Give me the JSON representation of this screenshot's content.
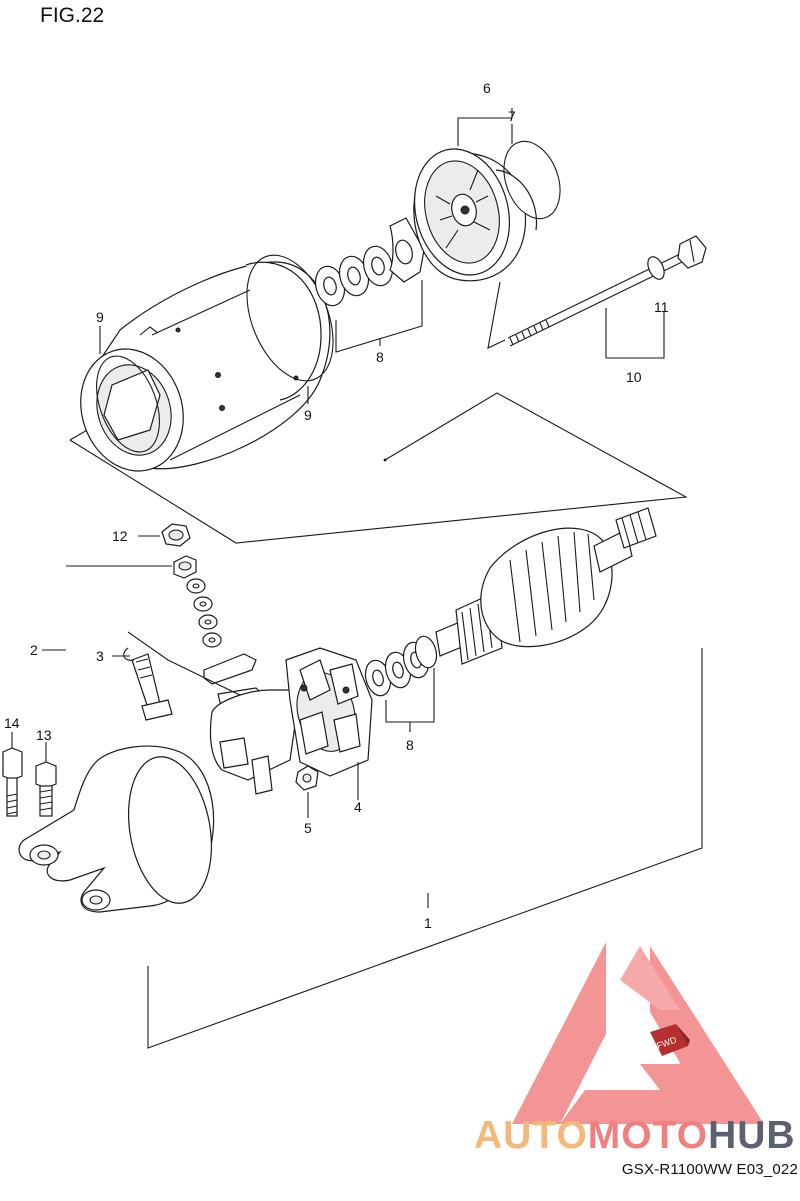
{
  "figure": {
    "title": "FIG.22",
    "footer_code": "GSX-R1100WW  E03_022"
  },
  "watermark": {
    "brand_part1": "AUTO",
    "brand_part2": "MOTO",
    "brand_part3": "HUB",
    "badge": "FWD",
    "colors": {
      "orange": "#f5b87a",
      "red": "#f07f7f",
      "gray": "#5b6170"
    }
  },
  "callouts": {
    "c1": "1",
    "c2": "2",
    "c3": "3",
    "c4": "4",
    "c5": "5",
    "c6": "6",
    "c7": "7",
    "c8a": "8",
    "c8b": "8",
    "c9a": "9",
    "c9b": "9",
    "c10": "10",
    "c11": "11",
    "c12": "12",
    "c13": "13",
    "c14": "14"
  }
}
